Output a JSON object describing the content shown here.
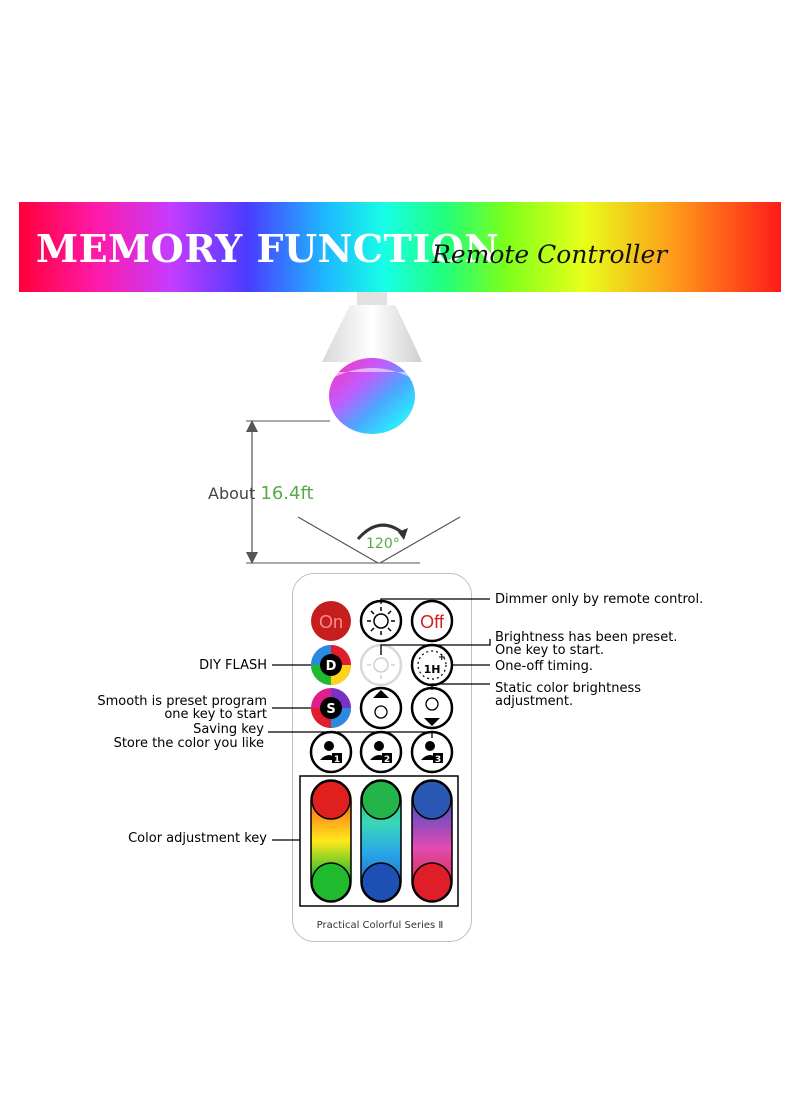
{
  "banner": {
    "title": "MEMORY FUNCTION",
    "subtitle": "Remote Controller"
  },
  "distance": {
    "label": "About",
    "value": "16.4ft"
  },
  "angle": "120°",
  "remote": {
    "on_label": "On",
    "off_label": "Off",
    "diy_letter": "D",
    "smooth_letter": "S",
    "timer_label": "1H",
    "timer_plus": "+",
    "memory_slots": [
      "1",
      "2",
      "3"
    ],
    "footer": "Practical Colorful Series Ⅱ"
  },
  "annotations": {
    "dimmer": "Dimmer only by remote control.",
    "brightness_1": "Brightness has been preset.",
    "brightness_2": "One key to start.",
    "timing": "One-off timing.",
    "static_1": "Static color brightness",
    "static_2": "adjustment.",
    "diy": "DIY FLASH",
    "smooth_1": "Smooth is preset program",
    "smooth_2": "one key to start",
    "saving_1": "Saving key",
    "saving_2": "Store the color you like",
    "color": "Color adjustment key"
  }
}
